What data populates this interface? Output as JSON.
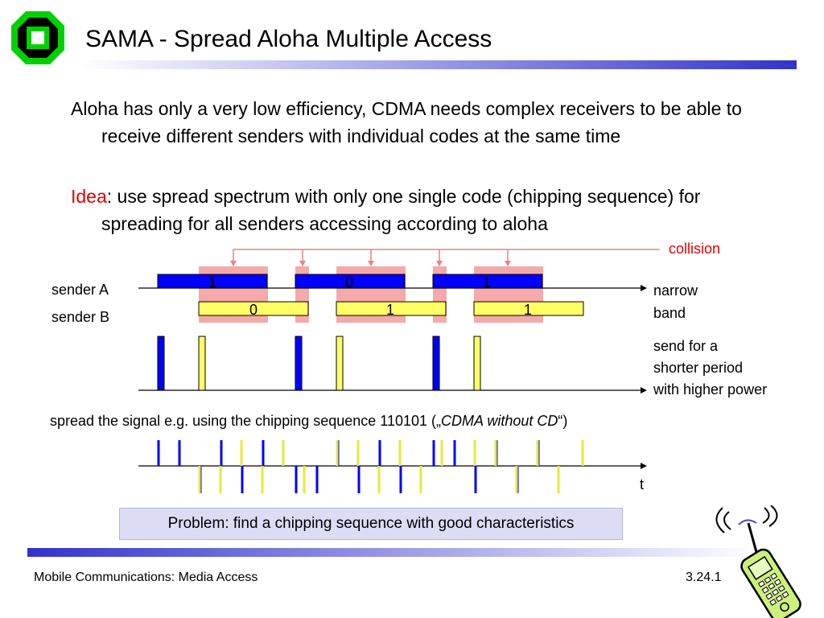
{
  "header": {
    "title": "SAMA - Spread Aloha Multiple Access"
  },
  "bullets": {
    "b1": "Aloha has only a very low efficiency, CDMA needs complex receivers to be able to receive different senders with individual codes at the same time",
    "b2_highlight": "Idea",
    "b2_rest": ": use spread spectrum with only one single code (chipping sequence) for spreading for all senders accessing according to aloha"
  },
  "diagram": {
    "collision_label": "collision",
    "sender_a_label": "sender A",
    "sender_b_label": "sender B",
    "narrow_band_line1": "narrow",
    "narrow_band_line2": "band",
    "shorter_line1": "send for a",
    "shorter_line2": "shorter period",
    "shorter_line3": "with higher power",
    "sender_a_bits": [
      "1",
      "0",
      "1"
    ],
    "sender_b_bits": [
      "0",
      "1",
      "1"
    ],
    "spread_caption_prefix": "spread the signal e.g. using the chipping sequence 110101 („",
    "spread_caption_italic": "CDMA without CD",
    "spread_caption_suffix": "“)",
    "time_label": "t",
    "colors": {
      "sender_a": "#0000ff",
      "sender_b": "#ffff66",
      "collision": "#f4aaaa",
      "accent": "#e60000",
      "bar": "#3333cc"
    }
  },
  "problem": "Problem: find a chipping sequence with good characteristics",
  "footer": {
    "left": "Mobile Communications: Media Access",
    "right": "3.24.1"
  },
  "icons": {
    "logo": "university-logo-icon",
    "phone": "mobile-phone-icon"
  }
}
